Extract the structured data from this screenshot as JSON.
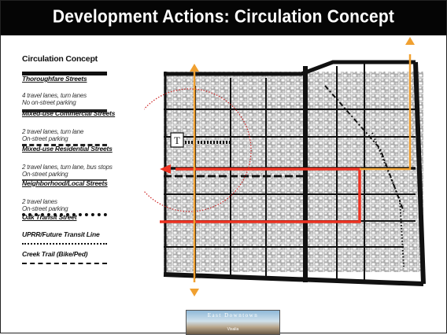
{
  "slide": {
    "title": "Development Actions: Circulation Concept"
  },
  "legend": {
    "heading": "Circulation Concept",
    "items": [
      {
        "label": "Thoroughfare Streets",
        "lines": [
          "4 travel lanes, turn lanes",
          "No on-street parking"
        ]
      },
      {
        "label": "Mixed-use Commercial Streets",
        "lines": [
          "2 travel lanes, turn lane",
          "On-street parking"
        ]
      },
      {
        "label": "Mixed-use Residential Streets",
        "lines": [
          "2 travel lanes, turn lane, bus stops",
          "On-street parking"
        ]
      },
      {
        "label": "Neighborhood/Local Streets",
        "lines": [
          "2 travel lanes",
          "On-street parking"
        ]
      },
      {
        "label": "Oak Transit Street",
        "lines": []
      },
      {
        "label": "UPRR/Future Transit Line",
        "lines": []
      },
      {
        "label": "Creek Trail (Bike/Ped)",
        "lines": []
      }
    ]
  },
  "map": {
    "transit_marker": "T"
  },
  "logo": {
    "text": "East Downtown",
    "sub": "Visalia"
  },
  "colors": {
    "title_bar": "#050505",
    "arrow_orange": "#f0a030",
    "route_red": "#ee3322",
    "circle_red": "#cc2222"
  }
}
